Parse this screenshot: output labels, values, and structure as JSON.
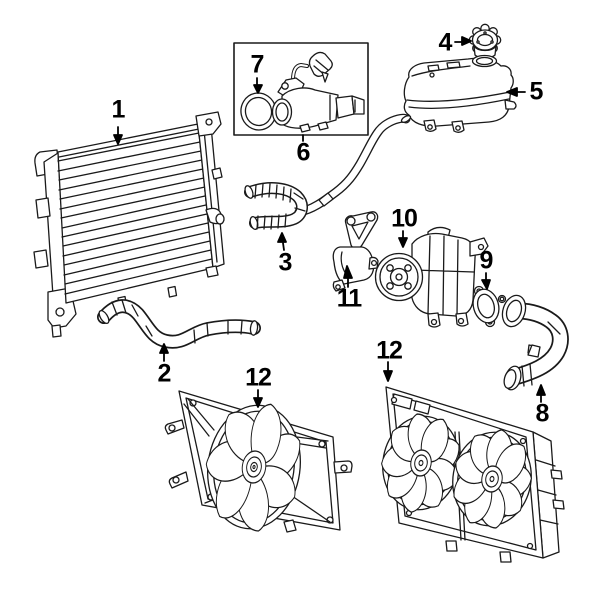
{
  "diagram": {
    "colors": {
      "background": "#ffffff",
      "line": "#1a1a1a",
      "label": "#000000"
    },
    "callouts": [
      {
        "label": "1"
      },
      {
        "label": "2"
      },
      {
        "label": "3"
      },
      {
        "label": "4"
      },
      {
        "label": "5"
      },
      {
        "label": "6"
      },
      {
        "label": "7"
      },
      {
        "label": "8"
      },
      {
        "label": "9"
      },
      {
        "label": "10"
      },
      {
        "label": "11"
      },
      {
        "label": "12"
      },
      {
        "label": "12"
      }
    ]
  }
}
